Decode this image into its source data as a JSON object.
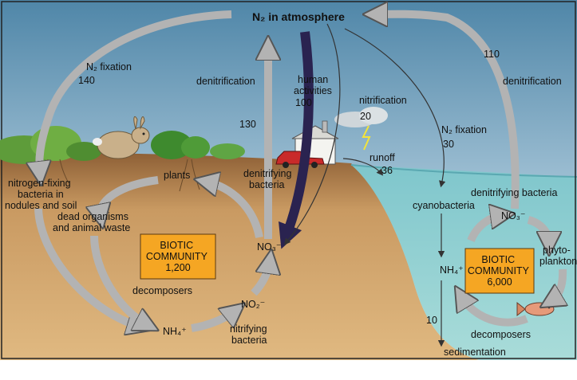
{
  "title": "N₂ in atmosphere",
  "colors": {
    "sky_top": "#4f86a8",
    "sky_bottom": "#e8f0f4",
    "soil_top": "#a07444",
    "soil_bottom": "#ddb27b",
    "water": "#8ecfd5",
    "box_fill": "#f5a623",
    "arrow_gray": "#b9b9b9",
    "arrow_dark": "#2a2350"
  },
  "icons": [
    "rabbit-icon",
    "shrub-icon",
    "car-icon",
    "house-icon",
    "cloud-icon",
    "lightning-icon",
    "fish-icon"
  ],
  "land": {
    "n2_fixation": "N₂ fixation",
    "n2_fixation_value": "140",
    "denitrification": "denitrification",
    "denitrification_value": "130",
    "human_activities": "human\nactivities",
    "human_activities_value": "100",
    "nitrification": "nitrification",
    "nitrification_value": "20",
    "runoff": "runoff",
    "runoff_value": "36",
    "nitrogen_fixing_bacteria": "nitrogen-fixing\nbacteria in\nnodules and soil",
    "plants": "plants",
    "denitrifying_bacteria": "denitrifying\nbacteria",
    "dead_organisms": "dead organisms\nand animal waste",
    "biotic_community": "BIOTIC\nCOMMUNITY\n1,200",
    "no3": "NO₃⁻",
    "decomposers": "decomposers",
    "no2": "NO₂⁻",
    "nh4": "NH₄⁺",
    "nitrifying_bacteria": "nitrifying\nbacteria"
  },
  "ocean": {
    "value_110": "110",
    "denitrification": "denitrification",
    "n2_fixation": "N₂ fixation",
    "n2_fixation_value": "30",
    "denitrifying_bacteria": "denitrifying bacteria",
    "cyanobacteria": "cyanobacteria",
    "no3": "NO₃⁻",
    "phytoplankton": "phyto-\nplankton",
    "nh4": "NH₄⁺",
    "biotic_community": "BIOTIC\nCOMMUNITY\n6,000",
    "decomposers": "decomposers",
    "value_10": "10",
    "sedimentation": "sedimentation"
  }
}
